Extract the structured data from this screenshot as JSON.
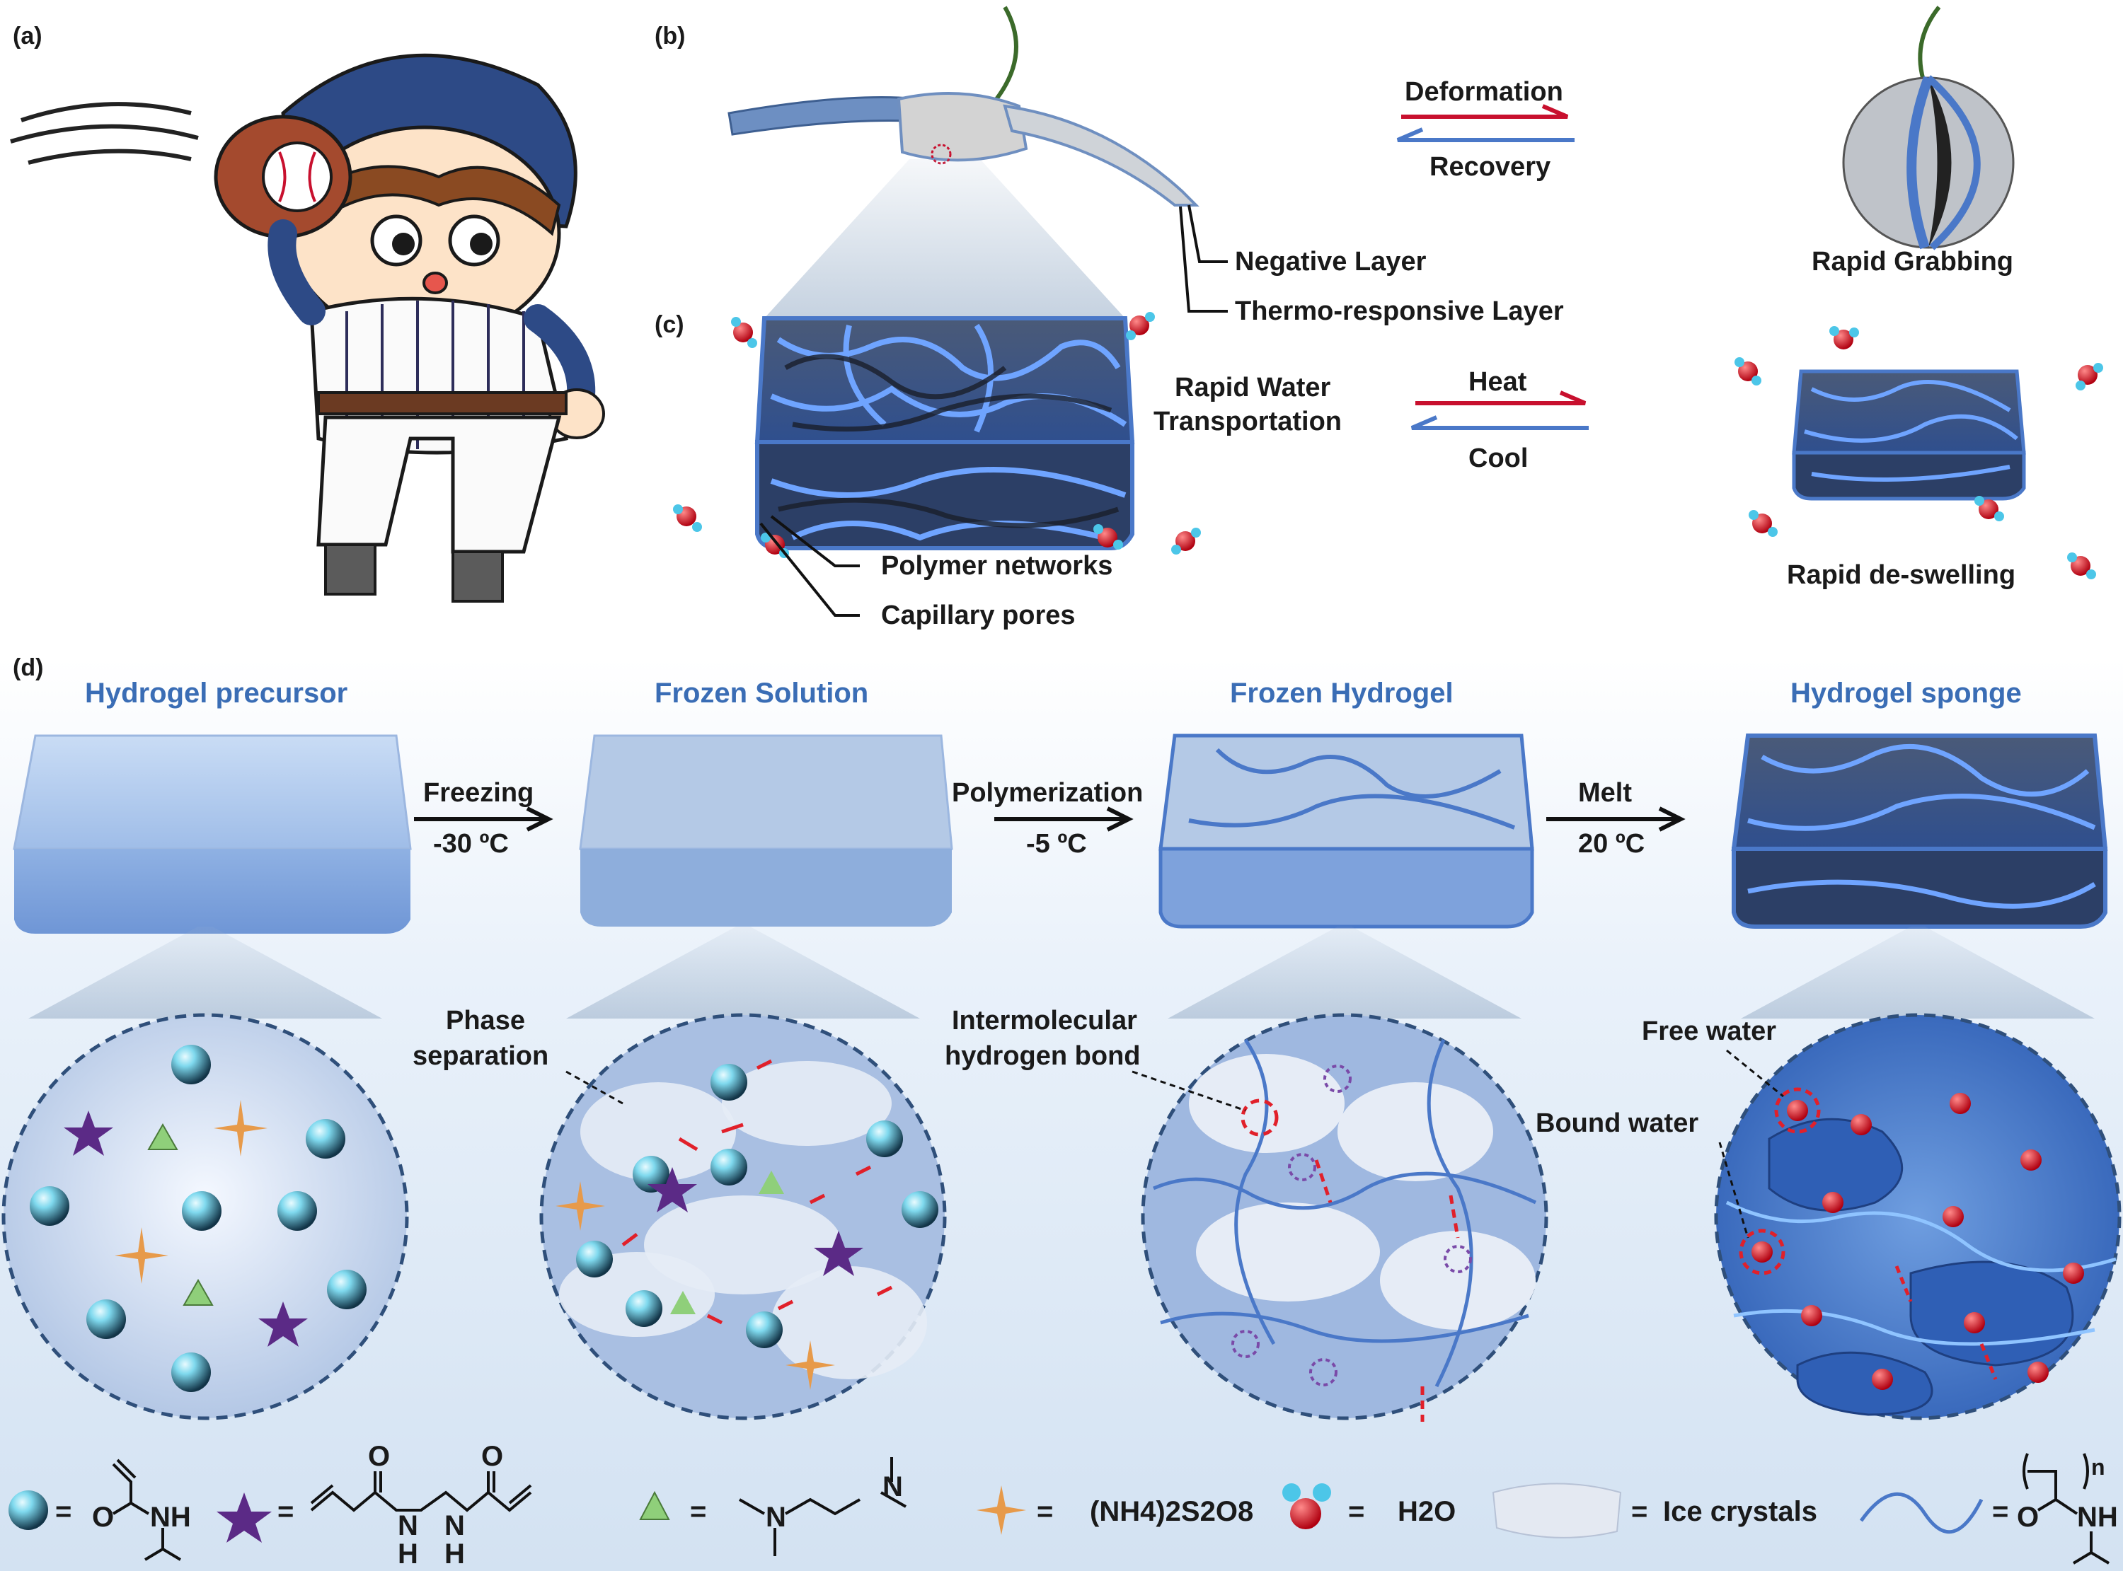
{
  "panels": {
    "a": "(a)",
    "b": "(b)",
    "c": "(c)",
    "d": "(d)"
  },
  "panel_b": {
    "arrow_top": "Deformation",
    "arrow_bottom": "Recovery",
    "negative_layer": "Negative Layer",
    "thermo_layer": "Thermo-responsive Layer",
    "result": "Rapid Grabbing"
  },
  "panel_c": {
    "water_transport_line1": "Rapid Water",
    "water_transport_line2": "Transportation",
    "arrow_top": "Heat",
    "arrow_bottom": "Cool",
    "polymer_networks": "Polymer networks",
    "capillary_pores": "Capillary pores",
    "result": "Rapid de-swelling"
  },
  "panel_d": {
    "stage1_title": "Hydrogel precursor",
    "stage2_title": "Frozen Solution",
    "stage3_title": "Frozen Hydrogel",
    "stage4_title": "Hydrogel sponge",
    "step1_top": "Freezing",
    "step1_bottom": "-30 ºC",
    "step2_top": "Polymerization",
    "step2_bottom": "-5 ºC",
    "step3_top": "Melt",
    "step3_bottom": "20 ºC",
    "phase_sep_line1": "Phase",
    "phase_sep_line2": "separation",
    "hbond_line1": "Intermolecular",
    "hbond_line2": "hydrogen bond",
    "free_water": "Free water",
    "bound_water": "Bound water"
  },
  "legend": {
    "eq": "=",
    "nh": "NH",
    "o": "O",
    "n": "N",
    "h": "H",
    "aps": "(NH4)2S2O8",
    "water": "H2O",
    "ice": "Ice crystals",
    "sub_n": "n"
  },
  "colors": {
    "blue_accent": "#3a6db5",
    "red_arrow": "#c8102e",
    "monomer": "#7fd9ee",
    "star": "#5b2a86",
    "triangle": "#8fcf7a",
    "sparkle": "#e79a4a"
  }
}
